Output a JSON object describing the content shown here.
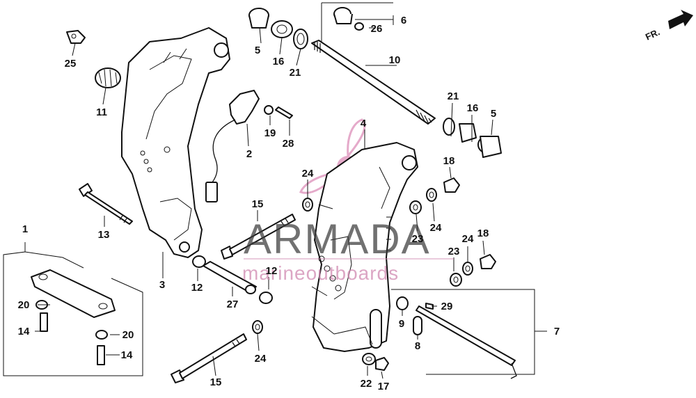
{
  "diagram": {
    "direction_label": "FR.",
    "watermark": {
      "brand": "ARMADA",
      "tagline": "marineoutboards"
    },
    "part_numbers": [
      {
        "id": "p5a",
        "label": "5"
      },
      {
        "id": "p16a",
        "label": "16"
      },
      {
        "id": "p21a",
        "label": "21"
      },
      {
        "id": "p6",
        "label": "6"
      },
      {
        "id": "p26",
        "label": "26"
      },
      {
        "id": "p10",
        "label": "10"
      },
      {
        "id": "p25",
        "label": "25"
      },
      {
        "id": "p11",
        "label": "11"
      },
      {
        "id": "p19",
        "label": "19"
      },
      {
        "id": "p28",
        "label": "28"
      },
      {
        "id": "p2",
        "label": "2"
      },
      {
        "id": "p21b",
        "label": "21"
      },
      {
        "id": "p16b",
        "label": "16"
      },
      {
        "id": "p5b",
        "label": "5"
      },
      {
        "id": "p4",
        "label": "4"
      },
      {
        "id": "p18a",
        "label": "18"
      },
      {
        "id": "p24a",
        "label": "24"
      },
      {
        "id": "p13",
        "label": "13"
      },
      {
        "id": "p15a",
        "label": "15"
      },
      {
        "id": "p23a",
        "label": "23"
      },
      {
        "id": "p24b",
        "label": "24"
      },
      {
        "id": "p1",
        "label": "1"
      },
      {
        "id": "p24c",
        "label": "24"
      },
      {
        "id": "p18b",
        "label": "18"
      },
      {
        "id": "p23b",
        "label": "23"
      },
      {
        "id": "p3",
        "label": "3"
      },
      {
        "id": "p12a",
        "label": "12"
      },
      {
        "id": "p12b",
        "label": "12"
      },
      {
        "id": "p20a",
        "label": "20"
      },
      {
        "id": "p27",
        "label": "27"
      },
      {
        "id": "p29",
        "label": "29"
      },
      {
        "id": "p9",
        "label": "9"
      },
      {
        "id": "p7",
        "label": "7"
      },
      {
        "id": "p14a",
        "label": "14"
      },
      {
        "id": "p20b",
        "label": "20"
      },
      {
        "id": "p8",
        "label": "8"
      },
      {
        "id": "p14b",
        "label": "14"
      },
      {
        "id": "p24d",
        "label": "24"
      },
      {
        "id": "p22",
        "label": "22"
      },
      {
        "id": "p17",
        "label": "17"
      },
      {
        "id": "p15b",
        "label": "15"
      }
    ]
  }
}
